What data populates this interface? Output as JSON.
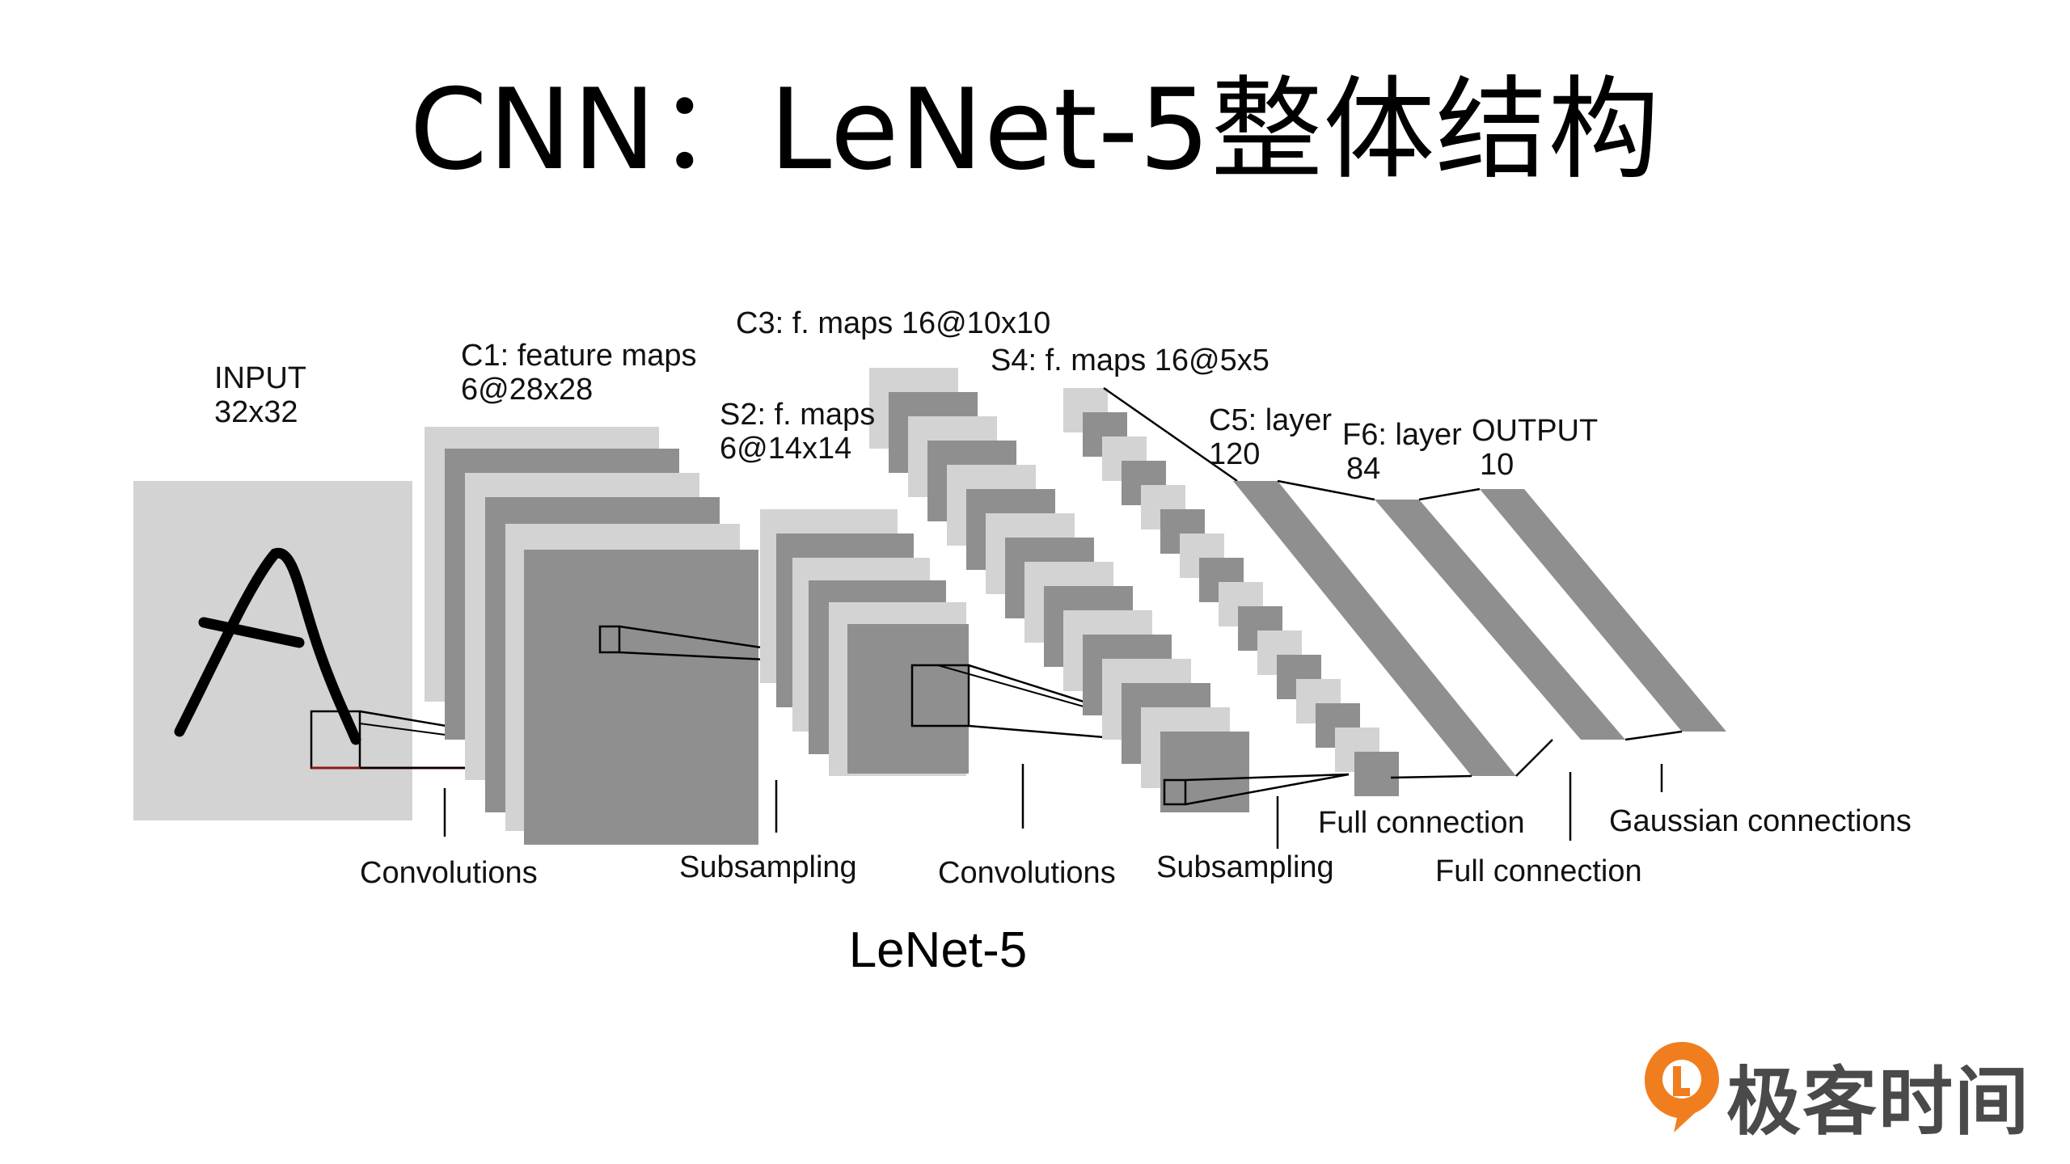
{
  "slide": {
    "title": "CNN：LeNet-5整体结构",
    "caption": "LeNet-5"
  },
  "diagram": {
    "labels": {
      "input": [
        "INPUT",
        "32x32"
      ],
      "c1": [
        "C1: feature maps",
        "6@28x28"
      ],
      "s2": [
        "S2: f. maps",
        "6@14x14"
      ],
      "c3": [
        "C3: f. maps 16@10x10"
      ],
      "s4": [
        "S4: f. maps 16@5x5"
      ],
      "c5": [
        "C5: layer",
        "120"
      ],
      "f6": [
        "F6: layer",
        "84"
      ],
      "output": [
        "OUTPUT",
        "10"
      ]
    },
    "operations": {
      "conv1": "Convolutions",
      "sub1": "Subsampling",
      "conv2": "Convolutions",
      "sub2": "Subsampling",
      "full1": "Full connection",
      "full2": "Full connection",
      "gauss": "Gaussian connections"
    },
    "colors": {
      "light": "#d3d3d3",
      "dark": "#8f8f8f",
      "stroke": "#000000",
      "accent": "#8b1a1a"
    }
  },
  "branding": {
    "logo_text": "极客时间",
    "icon": "geektime-logo-icon",
    "logo_color": "#f07e1f"
  }
}
